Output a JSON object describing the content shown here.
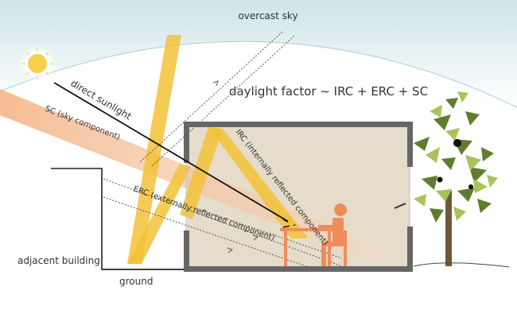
{
  "labels": {
    "sky": "overcast sky",
    "formula": "daylight factor ~ IRC + ERC + SC",
    "sunlight": "direct sunlight",
    "sc": "SC (sky component)",
    "irc": "IRC (internally reflected component)",
    "erc": "ERC (externally reflected component)",
    "adjacent": "adjacent building",
    "ground": "ground"
  },
  "colors": {
    "sky": "#cde3e6",
    "sun": "#f7cf4b",
    "sc_band": "#f5b98e",
    "reflect_band": "#f2c236",
    "room": "#e6dccb",
    "wall": "#666666",
    "person": "#ef8c5c",
    "tree_dark": "#5f7d2e",
    "tree_light": "#a9c25a"
  }
}
